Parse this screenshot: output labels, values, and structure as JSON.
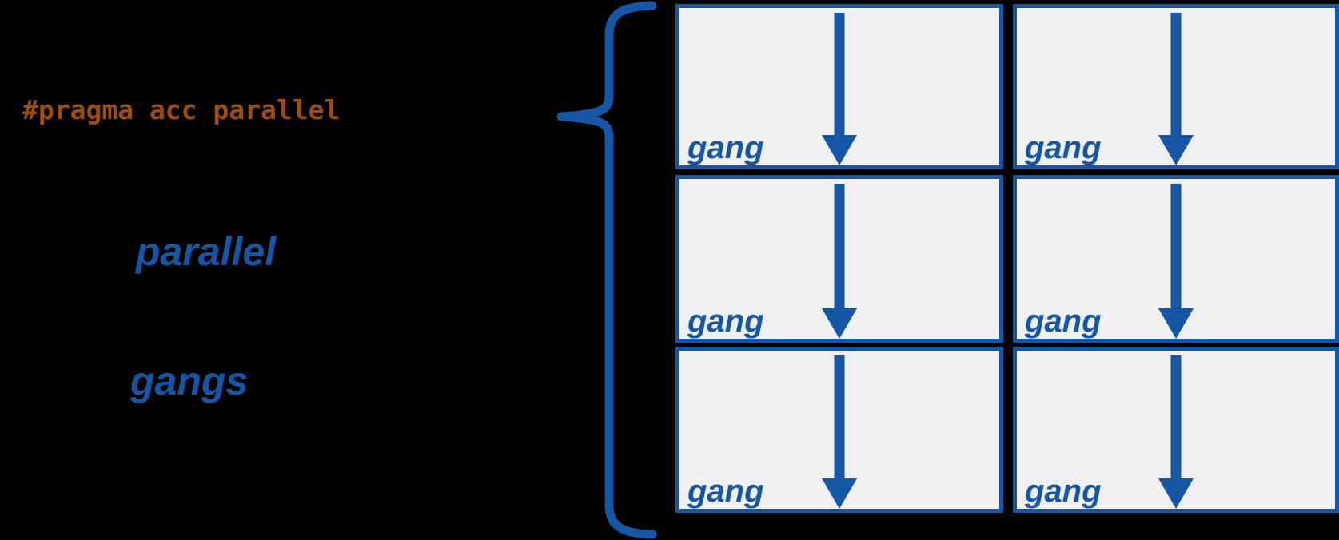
{
  "colors": {
    "background": "#000000",
    "accent": "#1557A5",
    "box_fill": "#F0F0F2",
    "code_orange": "#9C4E10"
  },
  "code": {
    "pragma_directive": "#pragma acc parallel"
  },
  "annotations": {
    "construct_label": "parallel",
    "creates_label": "gangs"
  },
  "icons": {
    "brace": "left-curly-brace",
    "arrow": "down-arrow"
  },
  "grid": {
    "rows": 3,
    "columns": 2,
    "cells": [
      {
        "label": "gang"
      },
      {
        "label": "gang"
      },
      {
        "label": "gang"
      },
      {
        "label": "gang"
      },
      {
        "label": "gang"
      },
      {
        "label": "gang"
      }
    ]
  }
}
